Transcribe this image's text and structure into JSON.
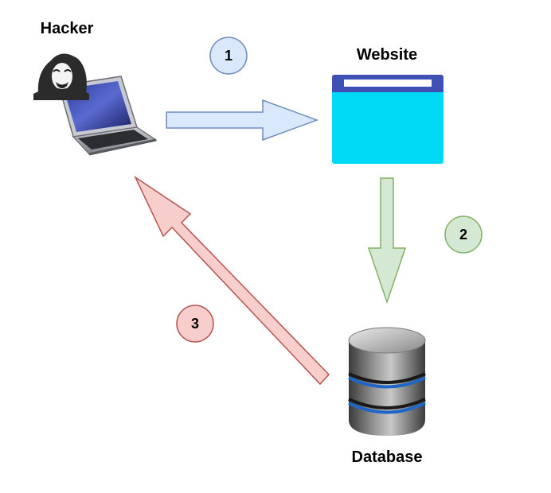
{
  "nodes": {
    "hacker": {
      "label": "Hacker"
    },
    "website": {
      "label": "Website"
    },
    "database": {
      "label": "Database"
    }
  },
  "steps": [
    {
      "number": "1",
      "fill": "#dae8fc",
      "stroke": "#6c8ebf"
    },
    {
      "number": "2",
      "fill": "#d5e8d4",
      "stroke": "#82b366"
    },
    {
      "number": "3",
      "fill": "#f8cecc",
      "stroke": "#b85450"
    }
  ],
  "colors": {
    "browser_header": "#3f51b5",
    "browser_body": "#00d9f5",
    "arrow_blue_fill": "#dae8fc",
    "arrow_blue_stroke": "#6c8ebf",
    "arrow_green_fill": "#d5e8d4",
    "arrow_green_stroke": "#82b366",
    "arrow_red_fill": "#f8cecc",
    "arrow_red_stroke": "#b85450"
  },
  "icons": {
    "hacker": "hacker-laptop-icon",
    "website": "browser-window-icon",
    "database": "database-cylinder-icon"
  }
}
